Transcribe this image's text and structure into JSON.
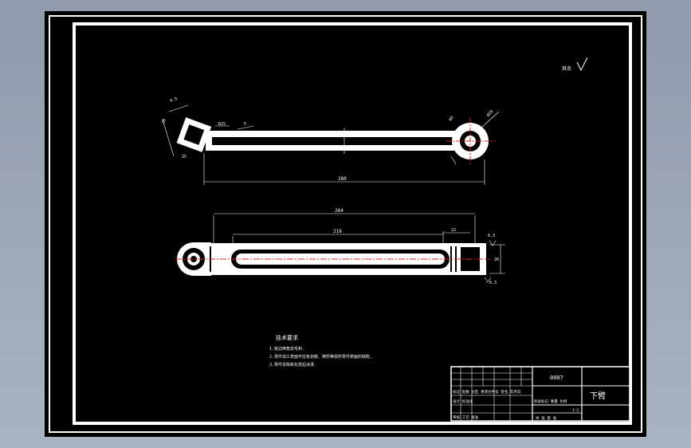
{
  "drawing": {
    "title": "下臂",
    "code": "0007",
    "roughness_note": "其余",
    "tech_requirements": {
      "heading": "技术要求",
      "items": [
        "1.锐边倒角去毛刺.",
        "2.零件加工表面不应有划痕、擦伤等损伤零件表面的缺陷.",
        "3.零件去除氧化皮后涂漆."
      ]
    },
    "dimensions": {
      "top_overall": "280",
      "top_length_label": "280",
      "bottom_overall": "264",
      "bottom_inner": "218",
      "bottom_right_small": "22",
      "bottom_height": "26",
      "slot_radius": "R6",
      "left_size_a": "20",
      "left_size_b": "25",
      "left_rough": "6.3",
      "top_small_a": "R25",
      "top_small_b": "5",
      "right_hole": "φ20",
      "right_rad": "R6",
      "bottom_rough_top": "6.3",
      "bottom_rough_bot": "6.3"
    },
    "title_block": {
      "row_mark": "标记 处数 分区 更改文件号 签名 年月日",
      "row_design": "设计 标准化",
      "row_stage": "阶段标记 重量 比例",
      "row_audit": "审核 工艺 批准",
      "scale": "1:2",
      "sheet": "共 张 第 张"
    }
  }
}
